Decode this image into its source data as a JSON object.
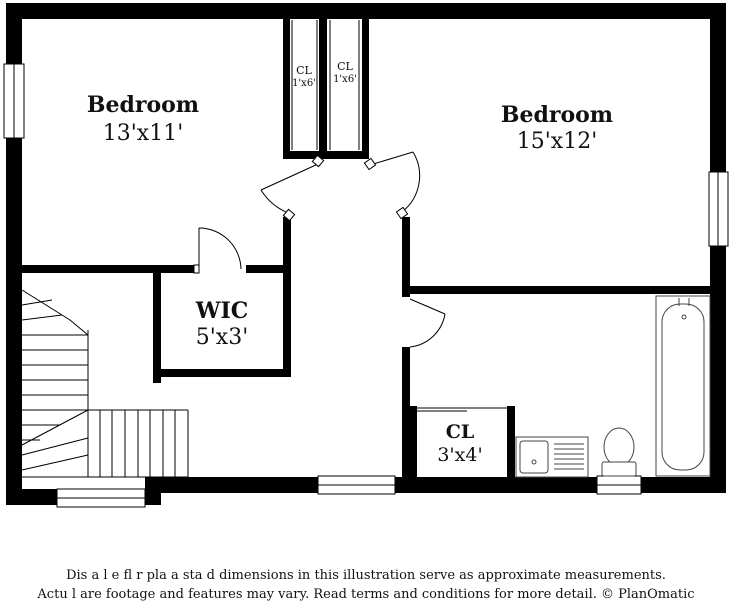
{
  "rooms": {
    "bedroom_left": {
      "name": "Bedroom",
      "size": "13'x11'"
    },
    "bedroom_right": {
      "name": "Bedroom",
      "size": "15'x12'"
    },
    "wic": {
      "name": "WIC",
      "size": "5'x3'"
    },
    "closet_1": {
      "name": "CL",
      "size": "1'x6'"
    },
    "closet_2": {
      "name": "CL",
      "size": "1'x6'"
    },
    "closet_bath": {
      "name": "CL",
      "size": "3'x4'"
    }
  },
  "disclaimer": {
    "line1": "Dis a  l e fl  r pla  a  sta  d dimensions in this illustration serve as approximate measurements.",
    "line2": "Actu  l  are footage and features may vary. Read terms and conditions for more detail. © PlanOmatic"
  },
  "colors": {
    "wall": "#000000",
    "background": "#ffffff",
    "fixture": "#444444"
  }
}
